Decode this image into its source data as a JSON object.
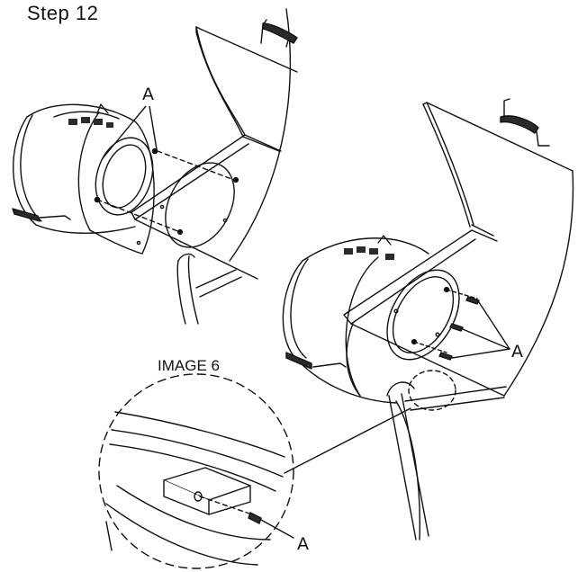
{
  "document": {
    "step_title": "Step 12",
    "image_label": "IMAGE 6",
    "callout_letter": "A"
  },
  "colors": {
    "ink": "#111111",
    "paper": "#ffffff",
    "shadow": "#2a2a2a"
  }
}
